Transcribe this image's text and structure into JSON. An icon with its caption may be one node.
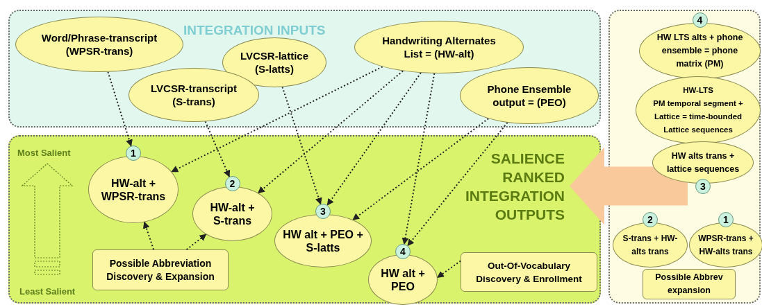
{
  "diagram": {
    "nodes": [
      {
        "text": [
          "INTEGRATION INPUTS"
        ]
      },
      {
        "text": [
          "SALIENCE RANKED INTEGRATION OUTPUTS"
        ]
      },
      {
        "text": [],
        "shape": "box"
      },
      {
        "text": [
          "Word/Phrase-transcript (WPSR-trans)"
        ],
        "in": 0
      },
      {
        "text": [
          "Handwriting Alternates List = (HW-alt)"
        ],
        "in": 0
      },
      {
        "text": [
          "LVCSR-lattice (S-latts)"
        ],
        "in": 0
      },
      {
        "text": [
          "LVCSR-transcript (S-trans)"
        ],
        "in": 0
      },
      {
        "text": [
          "Phone Ensemble output  = (PEO)"
        ],
        "in": 0
      },
      {
        "text": [
          "1",
          "HW-alt + WPSR-trans"
        ],
        "in": 1
      },
      {
        "text": [
          "2",
          "HW-alt + S-trans"
        ],
        "in": 1
      },
      {
        "text": [
          "3",
          "HW alt + PEO + S-latts"
        ],
        "in": 1
      },
      {
        "text": [
          "4",
          "HW alt + PEO"
        ],
        "in": 1
      },
      {
        "text": [
          "Possible Abbreviation Discovery & Expansion"
        ],
        "in": 1
      },
      {
        "text": [
          "Out-Of-Vocabulary Discovery & Enrollment"
        ],
        "in": 1
      },
      {
        "text": [
          "4",
          "HW LTS alts + phone ensemble = phone matrix (PM)"
        ],
        "in": 2
      },
      {
        "text": [
          "HW-LTS",
          "PM temporal segment + Lattice = time-bounded Lattice sequences"
        ],
        "in": 2
      },
      {
        "text": [
          "HW alts trans + lattice sequences",
          "3"
        ],
        "in": 2
      },
      {
        "text": [
          "2",
          "S-trans + HW-alts trans"
        ],
        "in": 2
      },
      {
        "text": [
          "1",
          "WPSR-trans + HW-alts trans"
        ],
        "in": 2
      },
      {
        "text": [
          "Possible Abbrev expansion"
        ],
        "in": 2
      }
    ],
    "edges": [
      {
        "from": 3,
        "to": 8,
        "arrow": "to",
        "style": "dashed"
      },
      {
        "from": 4,
        "to": 8,
        "arrow": "to",
        "style": "dashed"
      },
      {
        "from": 4,
        "to": 9,
        "arrow": "to",
        "style": "dashed"
      },
      {
        "from": 6,
        "to": 9,
        "arrow": "to",
        "style": "dashed"
      },
      {
        "from": 5,
        "to": 10,
        "arrow": "to",
        "style": "dashed"
      },
      {
        "from": 4,
        "to": 10,
        "arrow": "to",
        "style": "dashed"
      },
      {
        "from": 7,
        "to": 10,
        "arrow": "to",
        "style": "dashed"
      },
      {
        "from": 4,
        "to": 11,
        "arrow": "to",
        "style": "dashed"
      },
      {
        "from": 7,
        "to": 11,
        "arrow": "to",
        "style": "dashed"
      },
      {
        "from": 12,
        "to": 8,
        "arrow": "to",
        "style": "dashed"
      },
      {
        "from": 12,
        "to": 9,
        "arrow": "to",
        "style": "dashed"
      },
      {
        "from": 13,
        "to": 11,
        "arrow": "to",
        "style": "dashed"
      },
      {
        "from": 2,
        "to": 1,
        "arrow": "to",
        "style": "thick",
        "color": "#f9c89b"
      }
    ],
    "labels": [
      "Most Salient",
      "Least Salient"
    ]
  }
}
